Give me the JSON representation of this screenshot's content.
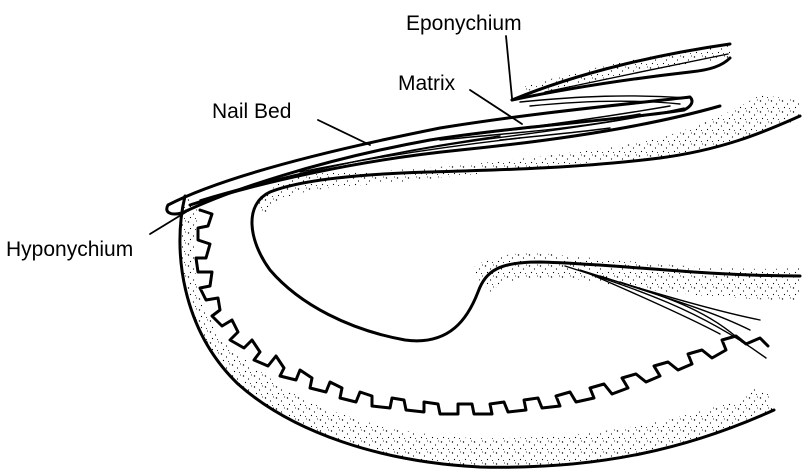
{
  "labels": {
    "eponychium": "Eponychium",
    "matrix": "Matrix",
    "nail_bed": "Nail Bed",
    "hyponychium": "Hyponychium"
  },
  "colors": {
    "ink": "#000000",
    "background": "#ffffff"
  }
}
